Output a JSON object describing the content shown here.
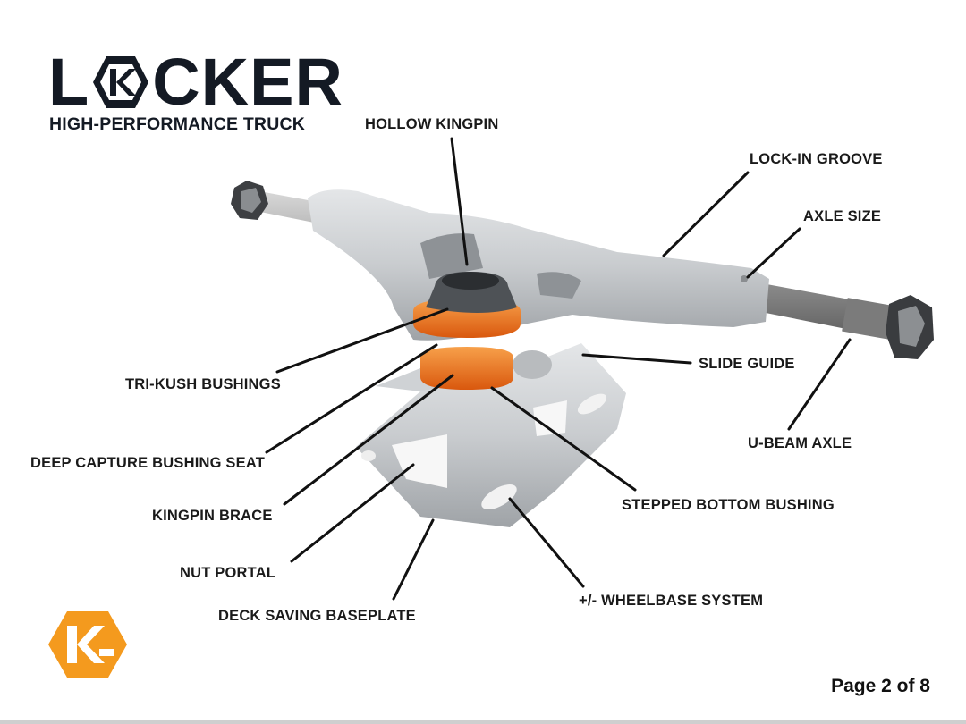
{
  "brand": {
    "prefix": "L",
    "suffix": "CKER",
    "subtitle": "HIGH-PERFORMANCE TRUCK",
    "brand_color": "#141a24",
    "accent_color": "#f49a1e",
    "bushing_color": "#f07a1a"
  },
  "labels": {
    "hollow_kingpin": "HOLLOW KINGPIN",
    "lock_in_groove": "LOCK-IN GROOVE",
    "axle_size": "AXLE SIZE",
    "tri_kush": "TRI-KUSH BUSHINGS",
    "slide_guide": "SLIDE GUIDE",
    "deep_capture": "DEEP CAPTURE BUSHING SEAT",
    "u_beam": "U-BEAM AXLE",
    "kingpin_brace": "KINGPIN BRACE",
    "stepped_bottom": "STEPPED BOTTOM BUSHING",
    "nut_portal": "NUT PORTAL",
    "wheelbase": "+/- WHEELBASE SYSTEM",
    "deck_saving": "DECK SAVING BASEPLATE"
  },
  "footer": {
    "page_indicator": "Page 2 of 8"
  }
}
